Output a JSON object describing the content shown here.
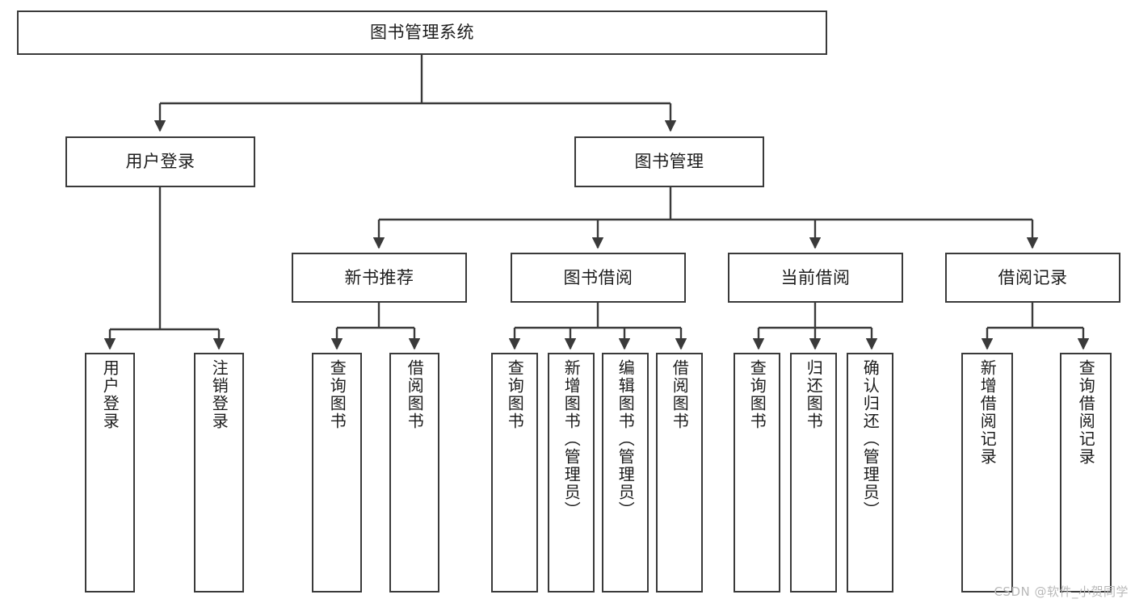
{
  "diagram": {
    "title": "图书管理系统",
    "watermark": "CSDN @软件_小贺同学",
    "line_color": "#3a3a3a",
    "box_fill": "#ffffff",
    "text_color": "#1c1c1c"
  },
  "nodes": {
    "root": {
      "label": "图书管理系统"
    },
    "level2": [
      {
        "label": "用户登录"
      },
      {
        "label": "图书管理"
      }
    ],
    "level3": [
      {
        "label": "新书推荐"
      },
      {
        "label": "图书借阅"
      },
      {
        "label": "当前借阅"
      },
      {
        "label": "借阅记录"
      }
    ],
    "leaves": {
      "user_login": [
        {
          "label": "用户登录"
        },
        {
          "label": "注销登录"
        }
      ],
      "new_book_recommend": [
        {
          "label": "查询图书"
        },
        {
          "label": "借阅图书"
        }
      ],
      "book_borrow": [
        {
          "label": "查询图书"
        },
        {
          "label": "新增图书（管理员）"
        },
        {
          "label": "编辑图书（管理员）"
        },
        {
          "label": "借阅图书"
        }
      ],
      "current_borrow": [
        {
          "label": "查询图书"
        },
        {
          "label": "归还图书"
        },
        {
          "label": "确认归还（管理员）"
        }
      ],
      "borrow_record": [
        {
          "label": "新增借阅记录"
        },
        {
          "label": "查询借阅记录"
        }
      ]
    }
  }
}
